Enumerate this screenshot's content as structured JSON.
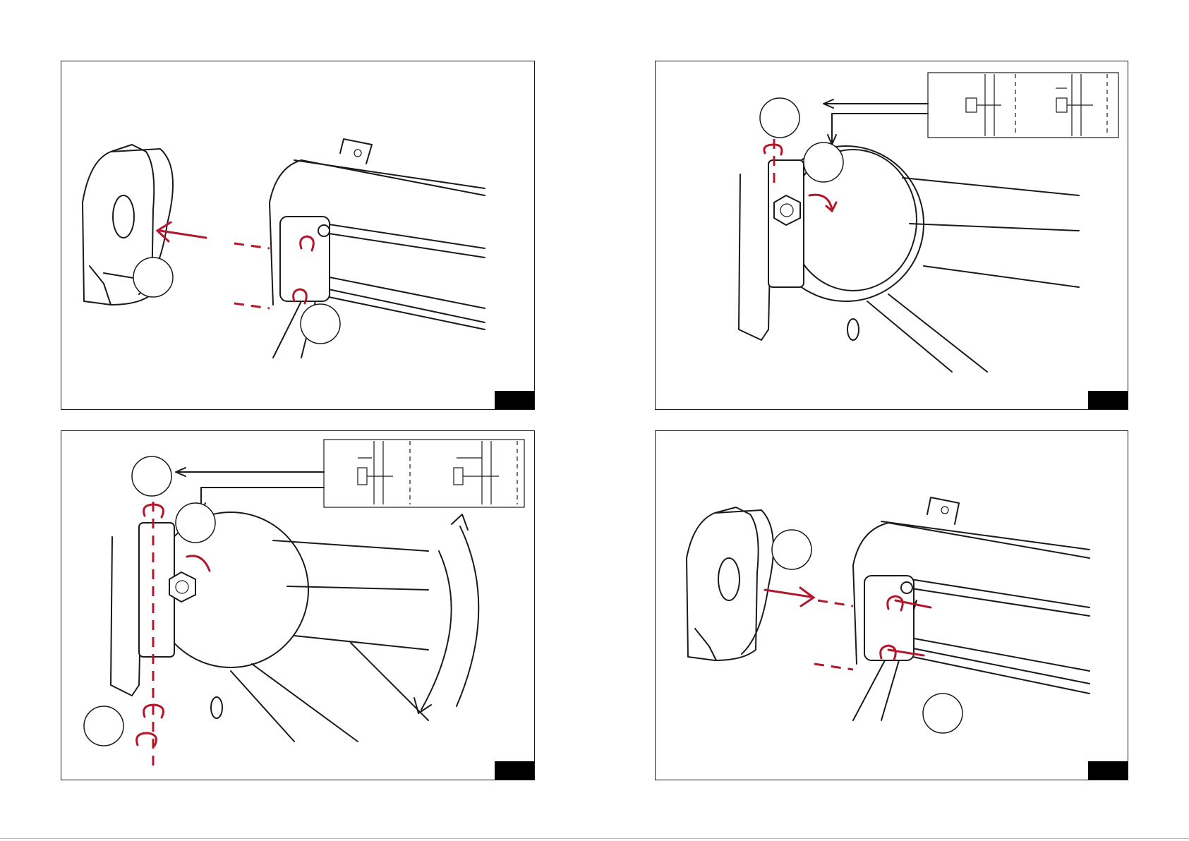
{
  "document": {
    "panels": [
      {
        "id": "p1",
        "step_circles": 2,
        "tag": ""
      },
      {
        "id": "p2",
        "step_circles": 2,
        "tag": ""
      },
      {
        "id": "p3",
        "step_circles": 3,
        "tag": ""
      },
      {
        "id": "p4",
        "step_circles": 2,
        "tag": ""
      }
    ],
    "icons": {
      "removal_arrow": "arrow-left-red-icon",
      "insert_arrow": "arrow-right-red-icon",
      "rotate": "rotate-red-icon"
    },
    "colors": {
      "line_art": "#1a1a1a",
      "accent": "#b3172b",
      "tag": "#000000"
    }
  }
}
